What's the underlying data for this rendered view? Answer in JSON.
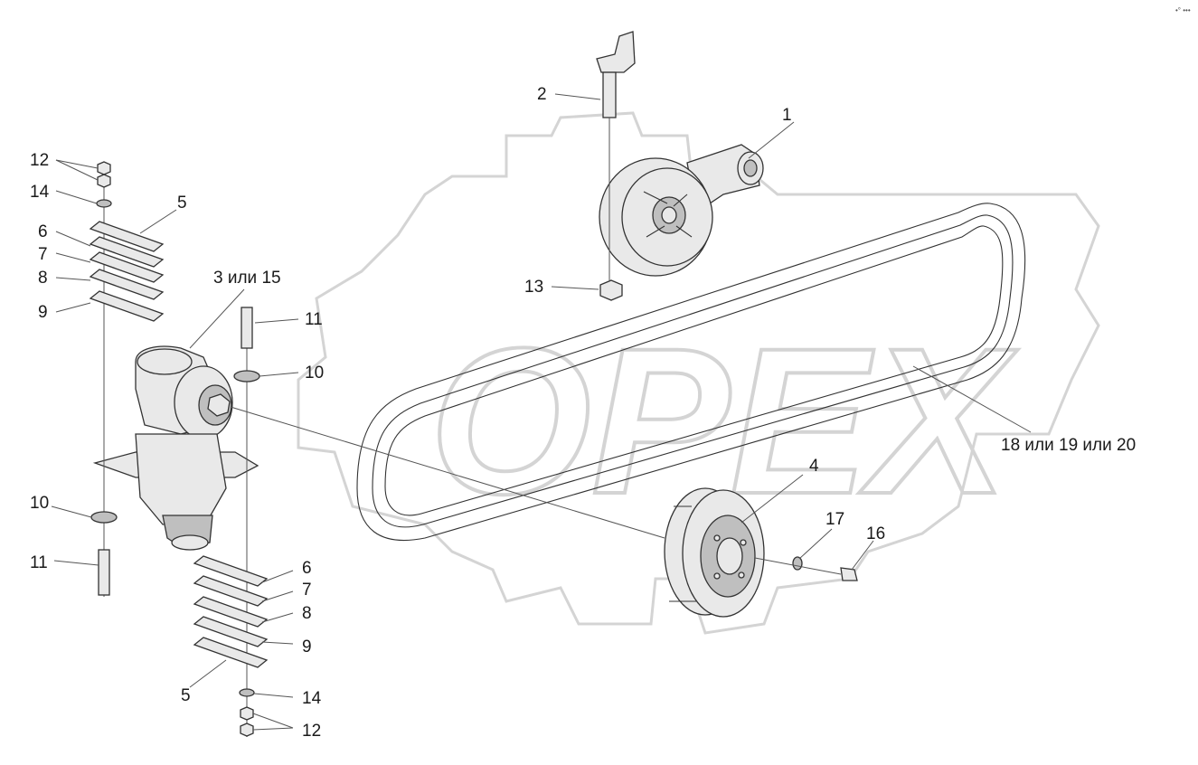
{
  "watermark": {
    "text": "OPEX"
  },
  "corner_mark": "•° •••",
  "callouts": [
    {
      "id": "c1",
      "text": "1"
    },
    {
      "id": "c2",
      "text": "2"
    },
    {
      "id": "c3",
      "text": "3 или 15"
    },
    {
      "id": "c4",
      "text": "4"
    },
    {
      "id": "c5a",
      "text": "5"
    },
    {
      "id": "c5b",
      "text": "5"
    },
    {
      "id": "c6a",
      "text": "6"
    },
    {
      "id": "c6b",
      "text": "6"
    },
    {
      "id": "c7a",
      "text": "7"
    },
    {
      "id": "c7b",
      "text": "7"
    },
    {
      "id": "c8a",
      "text": "8"
    },
    {
      "id": "c8b",
      "text": "8"
    },
    {
      "id": "c9a",
      "text": "9"
    },
    {
      "id": "c9b",
      "text": "9"
    },
    {
      "id": "c10a",
      "text": "10"
    },
    {
      "id": "c10b",
      "text": "10"
    },
    {
      "id": "c11a",
      "text": "11"
    },
    {
      "id": "c11b",
      "text": "11"
    },
    {
      "id": "c12a",
      "text": "12"
    },
    {
      "id": "c12b",
      "text": "12"
    },
    {
      "id": "c13",
      "text": "13"
    },
    {
      "id": "c14a",
      "text": "14"
    },
    {
      "id": "c14b",
      "text": "14"
    },
    {
      "id": "c16",
      "text": "16"
    },
    {
      "id": "c17",
      "text": "17"
    },
    {
      "id": "c18",
      "text": "18 или 19 или 20"
    }
  ]
}
